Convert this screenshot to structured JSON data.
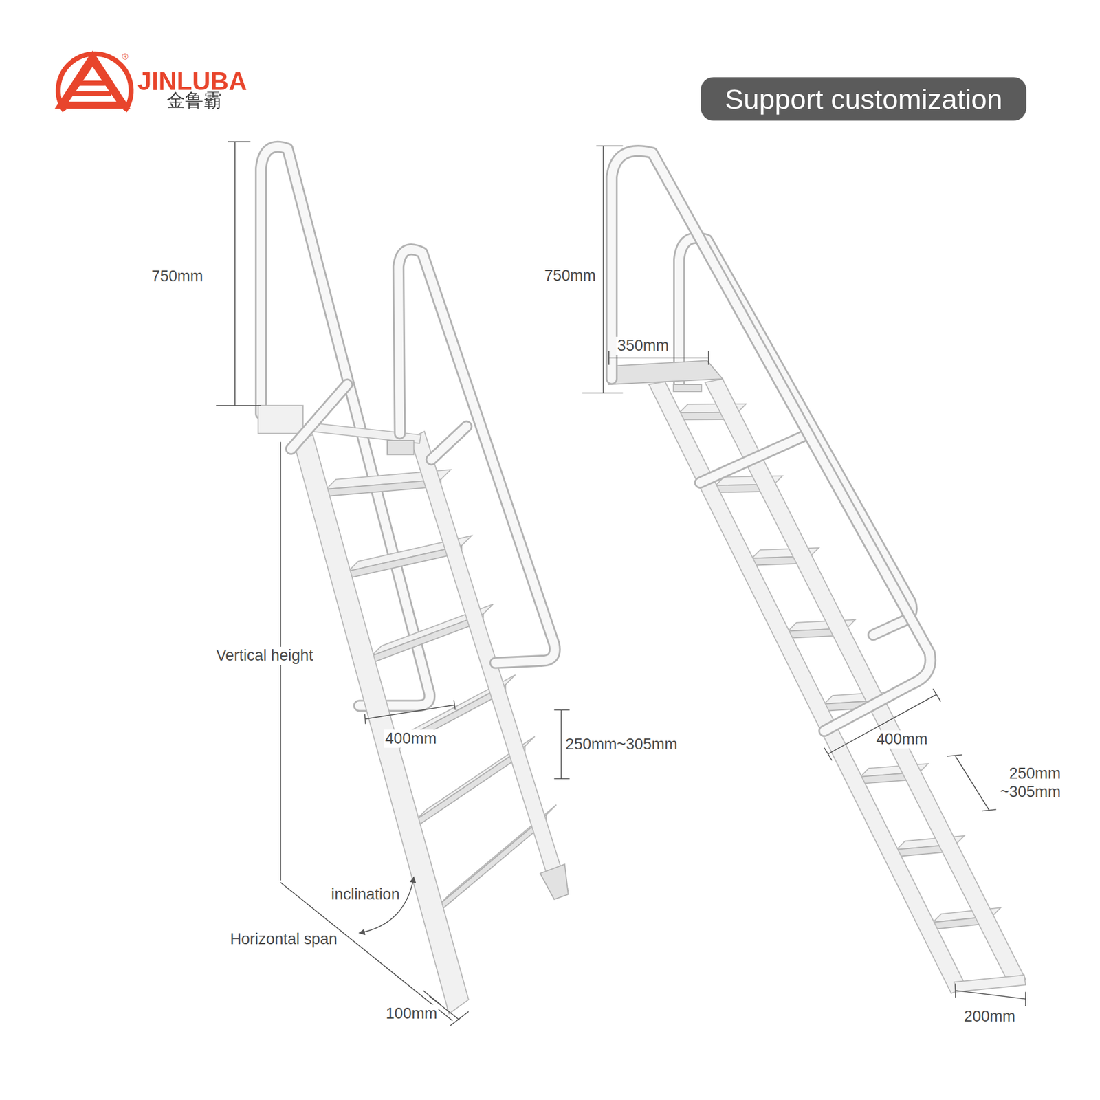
{
  "diagram": {
    "nodes": [
      {
        "text": [
          "Support customization"
        ]
      }
    ],
    "labels": [
      "®",
      "JINLUBA",
      "金鲁霸",
      "750mm",
      "Vertical height",
      "400mm",
      "250mm~305mm",
      "inclination",
      "Horizontal span",
      "100mm",
      "750mm",
      "350mm",
      "400mm",
      "250mm ~305mm",
      "200mm"
    ]
  }
}
